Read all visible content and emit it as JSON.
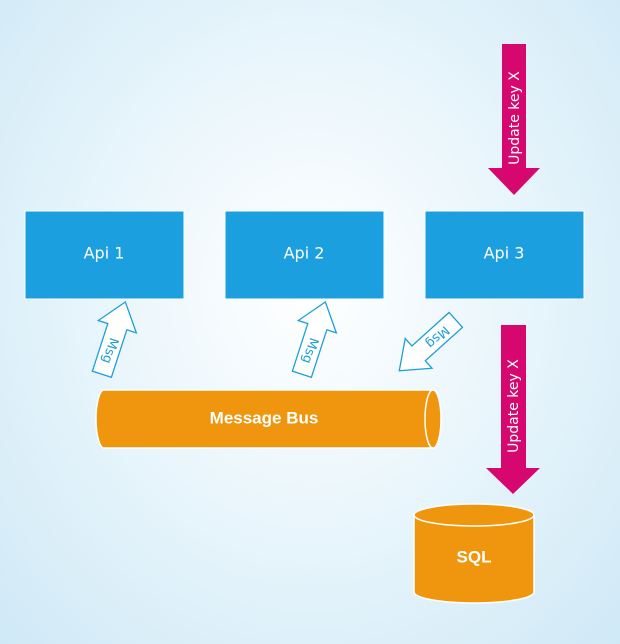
{
  "services": [
    {
      "label": "Api 1"
    },
    {
      "label": "Api 2"
    },
    {
      "label": "Api 3"
    }
  ],
  "messages": [
    {
      "label": "Msg",
      "direction": "up-to-api-1"
    },
    {
      "label": "Msg",
      "direction": "up-to-api-2"
    },
    {
      "label": "Msg",
      "direction": "from-api-3-down-to-bus"
    }
  ],
  "bus": {
    "label": "Message Bus"
  },
  "database": {
    "label": "SQL"
  },
  "updates": [
    {
      "label": "Update key X",
      "direction": "down-into-api-3"
    },
    {
      "label": "Update key X",
      "direction": "down-into-sql"
    }
  ],
  "colors": {
    "service_fill": "#1b9fdf",
    "message_stroke": "#1a9fd8",
    "bus_fill": "#f0960e",
    "update_fill": "#d6086f",
    "text_light": "#ffffff"
  }
}
